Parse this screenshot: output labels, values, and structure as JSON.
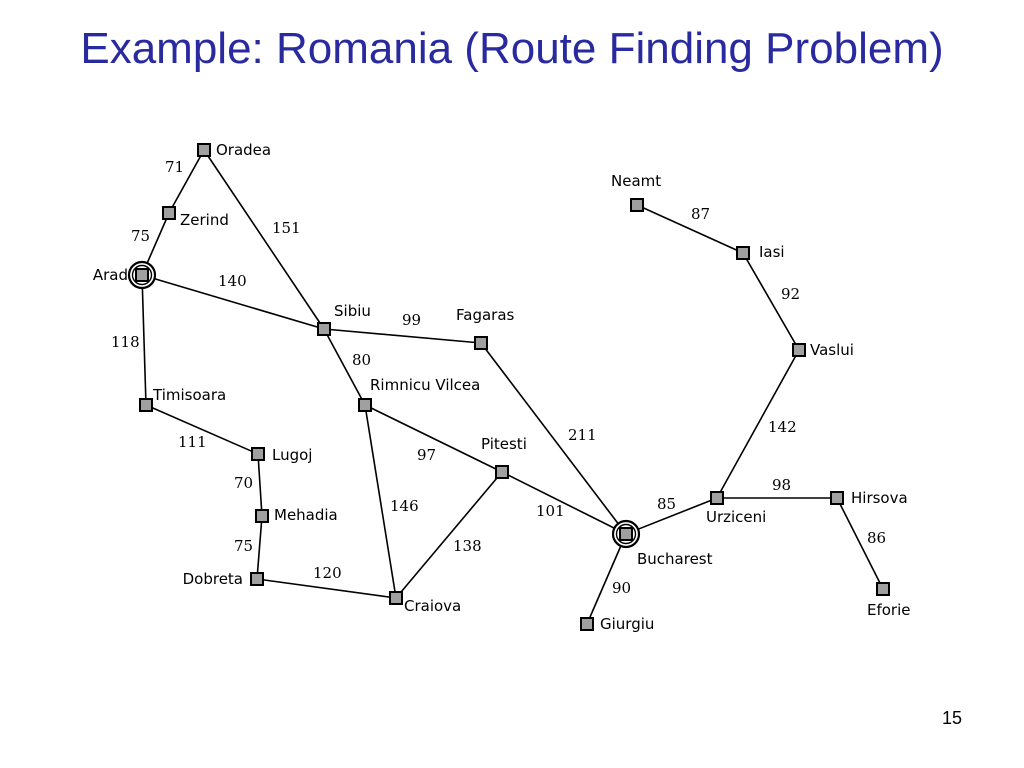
{
  "title": "Example: Romania (Route Finding Problem)",
  "page_number": "15",
  "colors": {
    "title": "#2a2aa0",
    "road": "#000000",
    "node_fill": "#a0a0a0",
    "node_stroke": "#000000"
  },
  "cities": [
    {
      "id": "oradea",
      "name": "Oradea",
      "marker": "plain"
    },
    {
      "id": "zerind",
      "name": "Zerind",
      "marker": "plain"
    },
    {
      "id": "arad",
      "name": "Arad",
      "marker": "circled"
    },
    {
      "id": "timisoara",
      "name": "Timisoara",
      "marker": "plain"
    },
    {
      "id": "lugoj",
      "name": "Lugoj",
      "marker": "plain"
    },
    {
      "id": "mehadia",
      "name": "Mehadia",
      "marker": "plain"
    },
    {
      "id": "dobreta",
      "name": "Dobreta",
      "marker": "plain"
    },
    {
      "id": "craiova",
      "name": "Craiova",
      "marker": "plain"
    },
    {
      "id": "sibiu",
      "name": "Sibiu",
      "marker": "plain"
    },
    {
      "id": "rimnicu",
      "name": "Rimnicu Vilcea",
      "marker": "plain"
    },
    {
      "id": "fagaras",
      "name": "Fagaras",
      "marker": "plain"
    },
    {
      "id": "pitesti",
      "name": "Pitesti",
      "marker": "plain"
    },
    {
      "id": "bucharest",
      "name": "Bucharest",
      "marker": "circled"
    },
    {
      "id": "giurgiu",
      "name": "Giurgiu",
      "marker": "plain"
    },
    {
      "id": "urziceni",
      "name": "Urziceni",
      "marker": "plain"
    },
    {
      "id": "hirsova",
      "name": "Hirsova",
      "marker": "plain"
    },
    {
      "id": "eforie",
      "name": "Eforie",
      "marker": "plain"
    },
    {
      "id": "vaslui",
      "name": "Vaslui",
      "marker": "plain"
    },
    {
      "id": "iasi",
      "name": "Iasi",
      "marker": "plain"
    },
    {
      "id": "neamt",
      "name": "Neamt",
      "marker": "plain"
    }
  ],
  "roads": [
    {
      "from": "oradea",
      "to": "zerind",
      "distance": "71"
    },
    {
      "from": "zerind",
      "to": "arad",
      "distance": "75"
    },
    {
      "from": "oradea",
      "to": "sibiu",
      "distance": "151"
    },
    {
      "from": "arad",
      "to": "sibiu",
      "distance": "140"
    },
    {
      "from": "arad",
      "to": "timisoara",
      "distance": "118"
    },
    {
      "from": "timisoara",
      "to": "lugoj",
      "distance": "111"
    },
    {
      "from": "lugoj",
      "to": "mehadia",
      "distance": "70"
    },
    {
      "from": "mehadia",
      "to": "dobreta",
      "distance": "75"
    },
    {
      "from": "dobreta",
      "to": "craiova",
      "distance": "120"
    },
    {
      "from": "sibiu",
      "to": "fagaras",
      "distance": "99"
    },
    {
      "from": "sibiu",
      "to": "rimnicu",
      "distance": "80"
    },
    {
      "from": "rimnicu",
      "to": "pitesti",
      "distance": "97"
    },
    {
      "from": "rimnicu",
      "to": "craiova",
      "distance": "146"
    },
    {
      "from": "craiova",
      "to": "pitesti",
      "distance": "138"
    },
    {
      "from": "fagaras",
      "to": "bucharest",
      "distance": "211"
    },
    {
      "from": "pitesti",
      "to": "bucharest",
      "distance": "101"
    },
    {
      "from": "bucharest",
      "to": "giurgiu",
      "distance": "90"
    },
    {
      "from": "bucharest",
      "to": "urziceni",
      "distance": "85"
    },
    {
      "from": "urziceni",
      "to": "hirsova",
      "distance": "98"
    },
    {
      "from": "hirsova",
      "to": "eforie",
      "distance": "86"
    },
    {
      "from": "urziceni",
      "to": "vaslui",
      "distance": "142"
    },
    {
      "from": "vaslui",
      "to": "iasi",
      "distance": "92"
    },
    {
      "from": "iasi",
      "to": "neamt",
      "distance": "87"
    }
  ]
}
